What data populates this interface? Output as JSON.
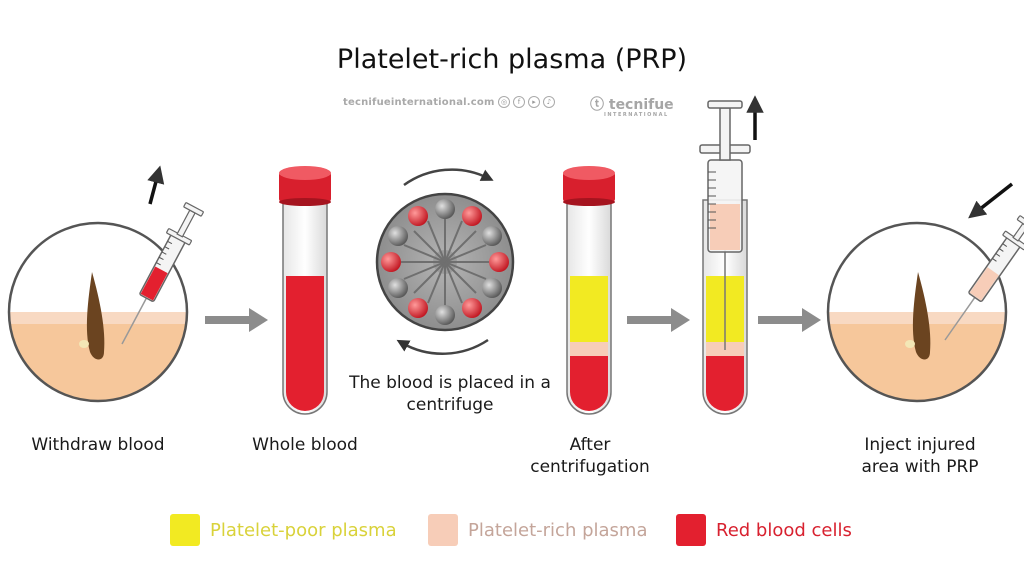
{
  "title": "Platelet-rich plasma (PRP)",
  "branding": {
    "website": "tecnifueinternational.com",
    "social_icons": [
      "instagram-icon",
      "facebook-icon",
      "youtube-icon",
      "tiktok-icon"
    ],
    "logo": "tecnifue"
  },
  "steps": [
    {
      "label": "Withdraw blood"
    },
    {
      "label": "Whole blood"
    },
    {
      "label": "The blood is placed in a\ncentrifuge"
    },
    {
      "label": "After\ncentrifugation"
    },
    {
      "label": "Inject injured\narea with PRP"
    }
  ],
  "legend": [
    {
      "label": "Platelet-poor plasma",
      "color": "#f2ea22",
      "text_color": "#d9d23a"
    },
    {
      "label": "Platelet-rich plasma",
      "color": "#f7cdb8",
      "text_color": "#c4a59a"
    },
    {
      "label": "Red blood cells",
      "color": "#e3202f",
      "text_color": "#d8212f"
    }
  ],
  "colors": {
    "red": "#e3202f",
    "yellow": "#f2ea22",
    "peach": "#f7cdb8",
    "skin": "#f6c79b",
    "arrow": "#8c8c8c"
  }
}
